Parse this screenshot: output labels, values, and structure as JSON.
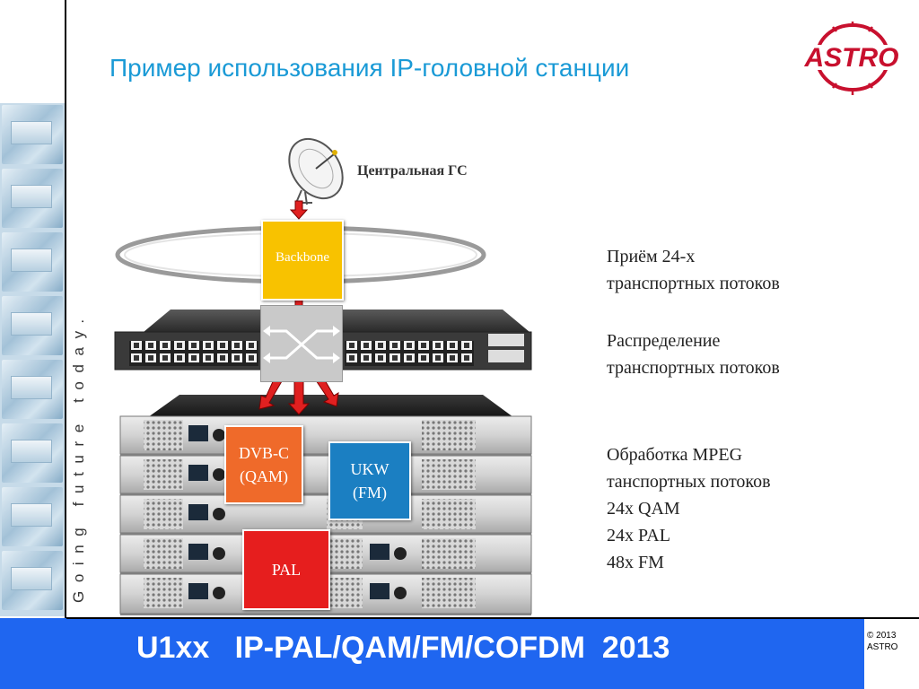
{
  "title": "Пример использования IP-головной станции",
  "tagline": "Going future today.",
  "logo": {
    "text": "ASTRO",
    "color": "#c8102e"
  },
  "diagram": {
    "central_label": "Центральная ГС",
    "backbone_label": "Backbone",
    "dvbc_label": [
      "DVB-C",
      "(QAM)"
    ],
    "ukw_label": [
      "UKW",
      "(FM)"
    ],
    "pal_label": "PAL",
    "box_colors": {
      "backbone": "#f8c200",
      "dvbc": "#ef6a2a",
      "ukw": "#1b7fc2",
      "pal": "#e61e1e"
    }
  },
  "descriptions": {
    "reception": [
      "Приём 24-х",
      "транспортных потоков"
    ],
    "distribution": [
      "Распределение",
      "транспортных потоков"
    ],
    "processing": [
      "Обработка MPEG",
      "тaнспортных потоков",
      "24x QAM",
      "24x PAL",
      "48x FM"
    ]
  },
  "footer": {
    "text": "U1xx   IP-PAL/QAM/FM/COFDM  2013",
    "color": "#1f66f0"
  },
  "copyright": [
    "© 2013",
    "ASTRO"
  ],
  "icons": [
    "satellite-dish-icon",
    "network-switch-icon",
    "crossed-arrows-icon",
    "headend-rack-icon",
    "astro-logo"
  ]
}
